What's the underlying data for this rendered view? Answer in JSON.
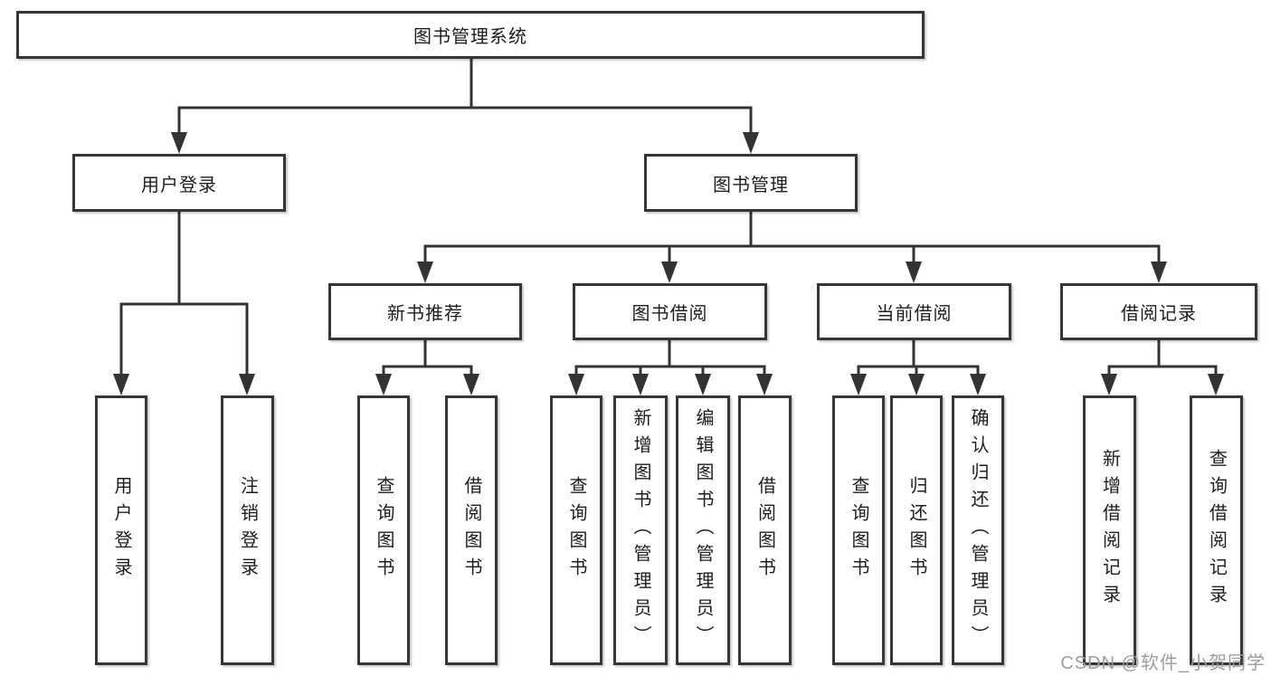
{
  "diagram": {
    "root_label": "图书管理系统",
    "branches": [
      {
        "label": "用户登录",
        "children": [
          "用户登录",
          "注销登录"
        ]
      },
      {
        "label": "图书管理",
        "sections": [
          {
            "label": "新书推荐",
            "children": [
              "查询图书",
              "借阅图书"
            ]
          },
          {
            "label": "图书借阅",
            "children": [
              "查询图书",
              "新增图书（管理员）",
              "编辑图书（管理员）",
              "借阅图书"
            ]
          },
          {
            "label": "当前借阅",
            "children": [
              "查询图书",
              "归还图书",
              "确认归还（管理员）"
            ]
          },
          {
            "label": "借阅记录",
            "children": [
              "新增借阅记录",
              "查询借阅记录"
            ]
          }
        ]
      }
    ],
    "watermark": "CSDN @软件_小贺同学",
    "colors": {
      "line": "#333333",
      "text": "#1d1d1d",
      "watermark": "#9d9d9d",
      "background": "#ffffff"
    }
  }
}
